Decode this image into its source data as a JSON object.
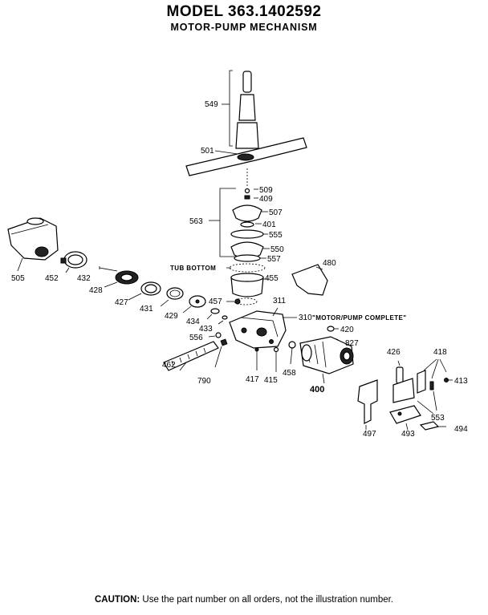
{
  "header": {
    "model": "MODEL 363.1402592",
    "subtitle": "MOTOR-PUMP MECHANISM"
  },
  "callouts": {
    "p549": "549",
    "p501": "501",
    "p509": "509",
    "p409": "409",
    "p563": "563",
    "p507": "507",
    "p401": "401",
    "p555": "555",
    "p550": "550",
    "p557": "557",
    "p480": "480",
    "tub_bottom": "TUB BOTTOM",
    "p455": "455",
    "p505": "505",
    "p452": "452",
    "p432": "432",
    "p428": "428",
    "p427": "427",
    "p431": "431",
    "p429": "429",
    "p457": "457",
    "p311": "311",
    "p434": "434",
    "p433": "433",
    "p310": "310",
    "motor_pump_complete": "\"MOTOR/PUMP COMPLETE\"",
    "p420": "420",
    "p827": "827",
    "p556": "556",
    "p426": "426",
    "p418": "418",
    "p413": "413",
    "p462": "462",
    "p790": "790",
    "p417": "417",
    "p415": "415",
    "p458": "458",
    "p400": "400",
    "p553": "553",
    "p497": "497",
    "p493": "493",
    "p494": "494"
  },
  "footer": {
    "caution_label": "CAUTION:",
    "caution_text": " Use the part number on all orders, not the illustration number."
  }
}
